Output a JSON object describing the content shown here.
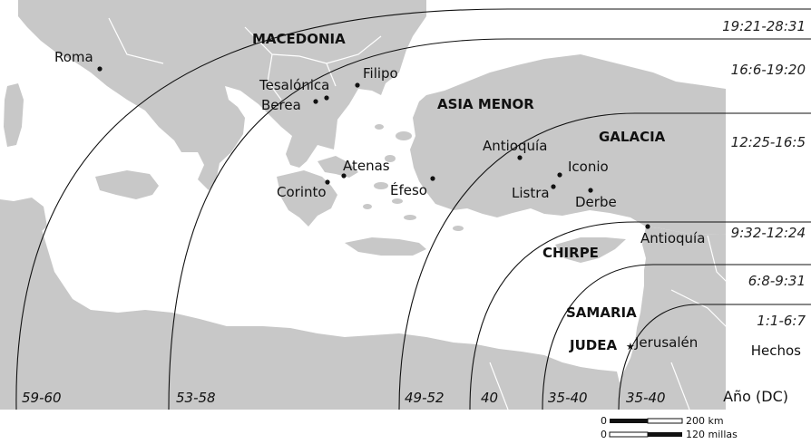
{
  "map": {
    "colors": {
      "sea": "#ffffff",
      "land": "#c8c8c8",
      "border": "#ffffff",
      "route": "#111111",
      "text": "#111111"
    },
    "regions": {
      "macedonia": "MACEDONIA",
      "asia_menor": "ASIA MENOR",
      "galacia": "GALACIA",
      "chirpe": "CHIRPE",
      "samaria": "SAMARIA",
      "judea": "JUDEA"
    },
    "cities": {
      "roma": "Roma",
      "filipo": "Filipo",
      "tesalonica": "Tesalónica",
      "berea": "Berea",
      "atenas": "Atenas",
      "corinto": "Corinto",
      "efeso": "Éfeso",
      "antioquia_pisidia": "Antioquía",
      "iconio": "Iconio",
      "listra": "Listra",
      "derbe": "Derbe",
      "antioquia_siria": "Antioquía",
      "jerusalen": "Jerusalén"
    },
    "chapter_ranges": [
      "19:21-28:31",
      "16:6-19:20",
      "12:25-16:5",
      "9:32-12:24",
      "6:8-9:31",
      "1:1-6:7"
    ],
    "chapter_header": "Hechos",
    "year_ranges": [
      "59-60",
      "53-58",
      "49-52",
      "40",
      "35-40",
      "35-40"
    ],
    "year_header": "Año (DC)",
    "scale": {
      "zero_km": "0",
      "km_label": "200 km",
      "zero_mi": "0",
      "mi_label": "120 millas"
    }
  }
}
